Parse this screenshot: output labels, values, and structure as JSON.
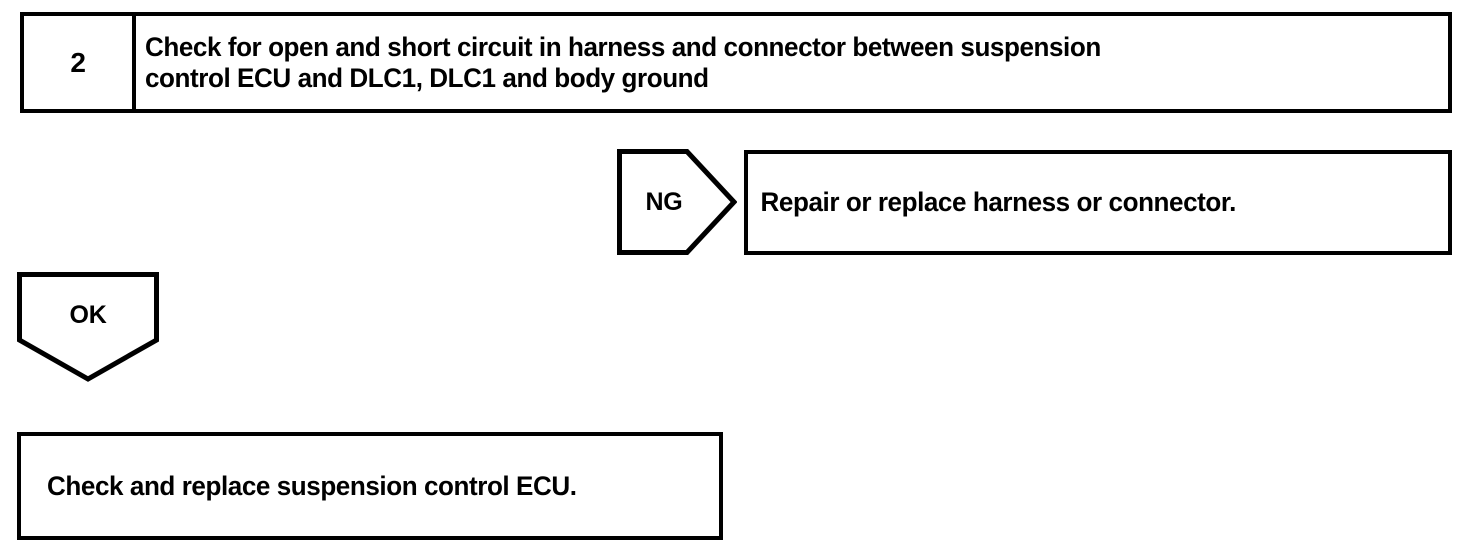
{
  "diagram": {
    "type": "troubleshooting-flowchart",
    "line_color": "#000000",
    "background_color": "#ffffff",
    "text_color": "#000000"
  },
  "step": {
    "number": "2",
    "description": "Check for open and short circuit in harness and connector between suspension\ncontrol ECU and DLC1, DLC1 and body ground"
  },
  "branches": {
    "ng": {
      "label": "NG",
      "result_text": "Repair or replace harness or connector."
    },
    "ok": {
      "label": "OK",
      "result_text": "Check and replace suspension control ECU."
    }
  }
}
